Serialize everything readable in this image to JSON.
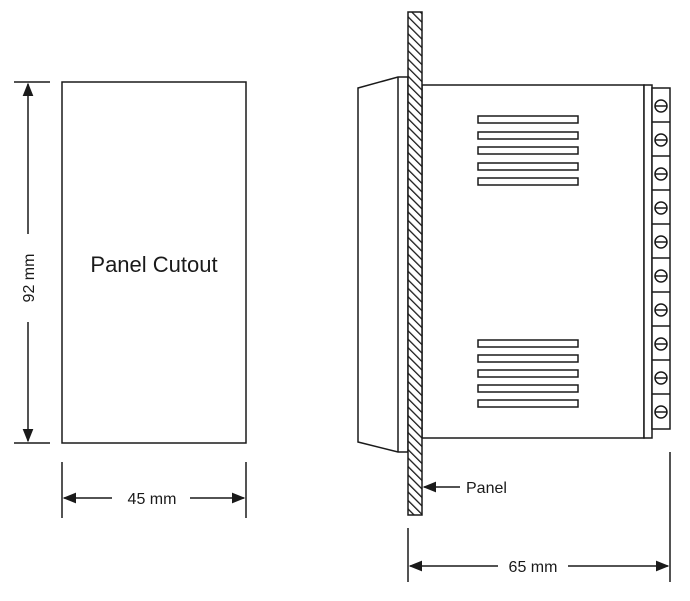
{
  "cutout": {
    "label": "Panel Cutout"
  },
  "dimensions": {
    "height_label": "92 mm",
    "width_label": "45 mm",
    "depth_label": "65 mm"
  },
  "panel": {
    "label": "Panel"
  },
  "side_view": {
    "vent_groups": 2,
    "slots_per_group": 5,
    "terminal_count": 10
  },
  "colors": {
    "line": "#1a1a1a",
    "background": "#ffffff"
  }
}
